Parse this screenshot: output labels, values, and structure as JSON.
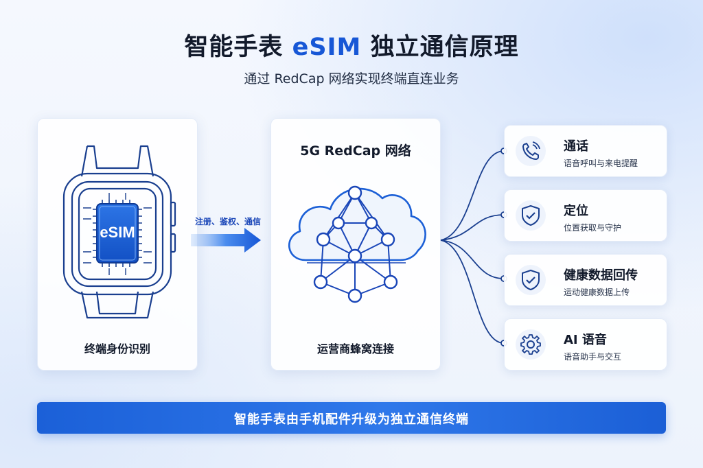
{
  "header": {
    "title_pre": "智能手表 ",
    "title_accent": "eSIM",
    "title_post": " 独立通信原理",
    "subtitle": "通过 RedCap 网络实现终端直连业务"
  },
  "left_card": {
    "chip_label": "eSIM",
    "caption": "终端身份识别"
  },
  "arrow": {
    "label": "注册、鉴权、通信"
  },
  "mid_card": {
    "title": "5G RedCap 网络",
    "caption": "运营商蜂窝连接"
  },
  "services": [
    {
      "title": "通话",
      "subtitle": "语音呼叫与来电提醒",
      "icon": "phone-icon"
    },
    {
      "title": "定位",
      "subtitle": "位置获取与守护",
      "icon": "shield-check-icon"
    },
    {
      "title": "健康数据回传",
      "subtitle": "运动健康数据上传",
      "icon": "shield-check-icon"
    },
    {
      "title": "AI 语音",
      "subtitle": "语音助手与交互",
      "icon": "gear-icon"
    }
  ],
  "footer": {
    "banner": "智能手表由手机配件升级为独立通信终端"
  },
  "colors": {
    "accent": "#1757d6",
    "line": "#1a3f8f",
    "banner": "#1b60d8"
  }
}
